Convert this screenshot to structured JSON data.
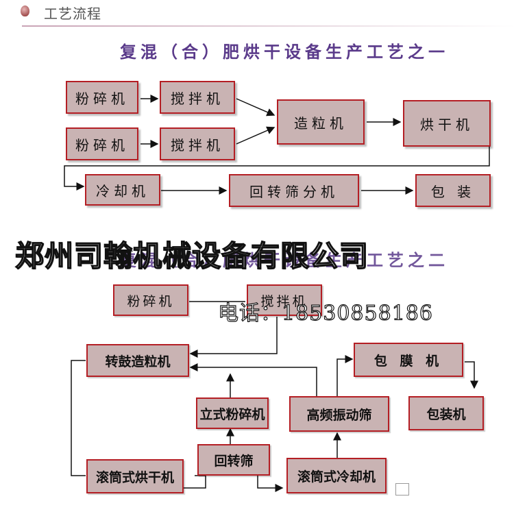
{
  "header": {
    "title": "工艺流程"
  },
  "diagram1": {
    "title": "复混（合）肥烘干设备生产工艺之一",
    "nodes": {
      "crusher_a": "粉碎机",
      "mixer_a": "搅拌机",
      "crusher_b": "粉碎机",
      "mixer_b": "搅拌机",
      "granulator": "造粒机",
      "dryer": "烘干机",
      "cooler": "冷却机",
      "rotary_screen": "回转筛分机",
      "packaging": "包 装"
    }
  },
  "diagram2": {
    "title": "复混（合）肥烘干设备生产工艺之二",
    "nodes": {
      "crusher": "粉碎机",
      "mixer": "搅拌机",
      "drum_granulator": "转鼓造粒机",
      "coating": "包 膜 机",
      "vertical_crusher": "立式粉碎机",
      "hf_screen": "高频振动筛",
      "bagging": "包装机",
      "rotary_screen": "回转筛",
      "drum_dryer": "滚筒式烘干机",
      "drum_cooler": "滚筒式冷却机"
    }
  },
  "watermark": {
    "company": "郑州司翰机械设备有限公司",
    "phone": "电话：18530858186"
  },
  "colors": {
    "box_fill": "#c9b3b3",
    "box_border": "#b41e24",
    "title": "#5a3a8a"
  }
}
